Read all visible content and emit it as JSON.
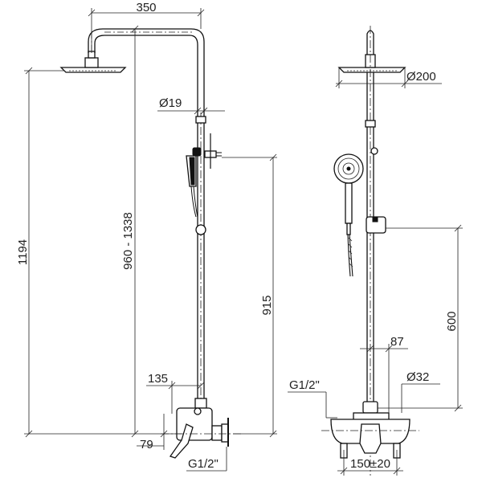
{
  "side_view": {
    "width_label": "350",
    "pipe_diameter_label": "Ø19",
    "total_height_label": "1194",
    "adjustable_height_label": "960 - 1338",
    "handset_height_label": "915",
    "offset_label": "135",
    "bottom_label": "79",
    "thread_label": "G1/2\""
  },
  "front_view": {
    "head_diameter_label": "Ø200",
    "bracket_height_label": "600",
    "bracket_offset_label": "87",
    "tube_diameter_label": "Ø32",
    "thread_label": "G1/2\"",
    "centers_label": "150±20"
  }
}
